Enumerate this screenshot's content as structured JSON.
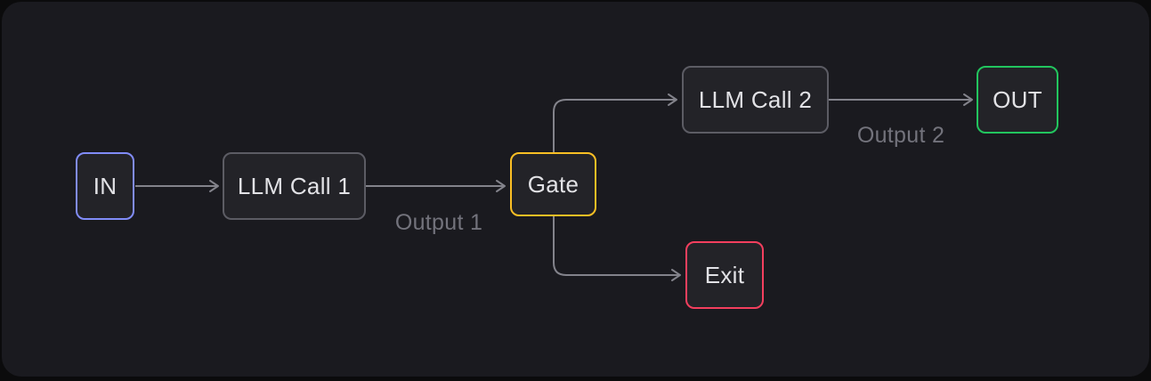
{
  "canvas": {
    "background": "#1a1a1f",
    "outer_background": "#0b0b0c"
  },
  "diagram": {
    "edge_color": "#83838b",
    "node_fill": "#232328",
    "node_text_color": "#e2e2e6",
    "edge_label_color": "#73737c",
    "default_node_border_color": "#5c5c64",
    "nodes": [
      {
        "id": "in",
        "label": "IN",
        "border_color": "#818cf8"
      },
      {
        "id": "llm-call-1",
        "label": "LLM Call 1",
        "border_color": "#5c5c64"
      },
      {
        "id": "gate",
        "label": "Gate",
        "border_color": "#fbbf24"
      },
      {
        "id": "llm-call-2",
        "label": "LLM Call 2",
        "border_color": "#5c5c64"
      },
      {
        "id": "out",
        "label": "OUT",
        "border_color": "#22c55e"
      },
      {
        "id": "exit",
        "label": "Exit",
        "border_color": "#f43f5e"
      }
    ],
    "edges": [
      {
        "from": "in",
        "to": "llm-call-1",
        "label": ""
      },
      {
        "from": "llm-call-1",
        "to": "gate",
        "label": "Output 1"
      },
      {
        "from": "gate",
        "to": "llm-call-2",
        "label": ""
      },
      {
        "from": "llm-call-2",
        "to": "out",
        "label": "Output 2"
      },
      {
        "from": "gate",
        "to": "exit",
        "label": ""
      }
    ]
  }
}
